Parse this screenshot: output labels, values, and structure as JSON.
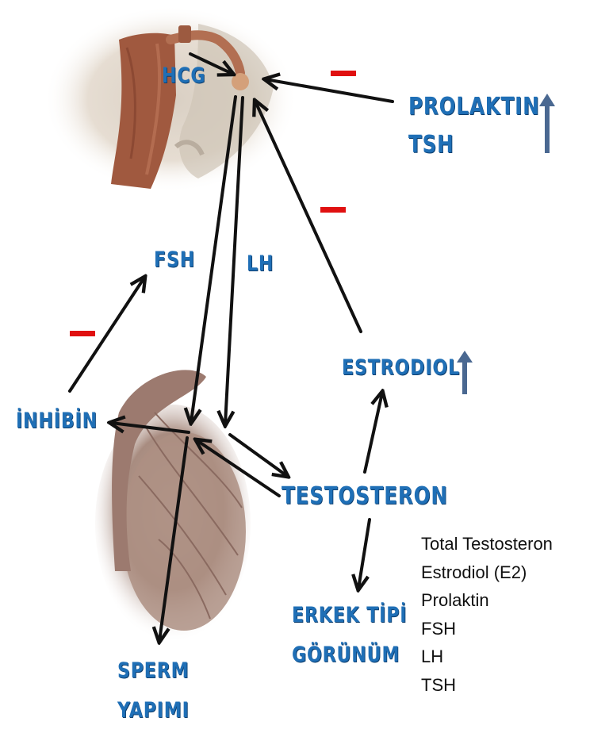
{
  "labels": {
    "hcg": "HCG",
    "prolaktin": "PROLAKTIN",
    "tsh": "TSH",
    "fsh": "FSH",
    "lh": "LH",
    "inhibin": "İNHİBİN",
    "estrodiol": "ESTRODIOL",
    "testosteron": "TESTOSTERON",
    "erkek_line1": "ERKEK TİPİ",
    "erkek_line2": "GÖRÜNÜM",
    "sperm_line1": "SPERM",
    "sperm_line2": "YAPIMI"
  },
  "test_list": [
    "Total Testosteron",
    "Estrodiol (E2)",
    "Prolaktin",
    "FSH",
    "LH",
    "TSH"
  ],
  "colors": {
    "label_blue": "#1f6fb6",
    "inhibit_red": "#e01010",
    "increase_arrow": "#4a6891",
    "arrow_black": "#111111"
  },
  "icons": [
    "pituitary-illustration",
    "testis-illustration",
    "up-arrow-icon",
    "inhibition-minus-icon"
  ]
}
